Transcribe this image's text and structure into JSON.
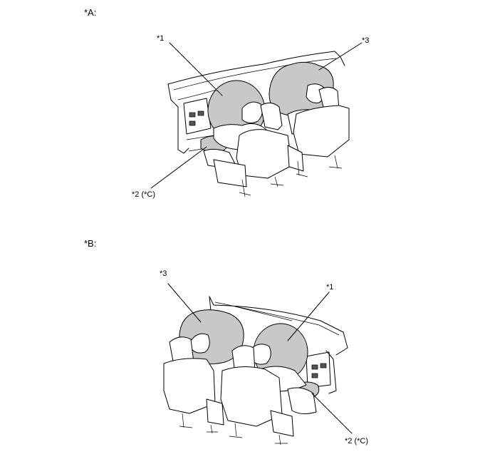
{
  "panels": [
    {
      "label": "*A:",
      "callouts": {
        "c1": "*1",
        "c2": "*2 (*C)",
        "c3": "*3"
      }
    },
    {
      "label": "*B:",
      "callouts": {
        "c1": "*1",
        "c2": "*2 (*C)",
        "c3": "*3"
      }
    }
  ]
}
